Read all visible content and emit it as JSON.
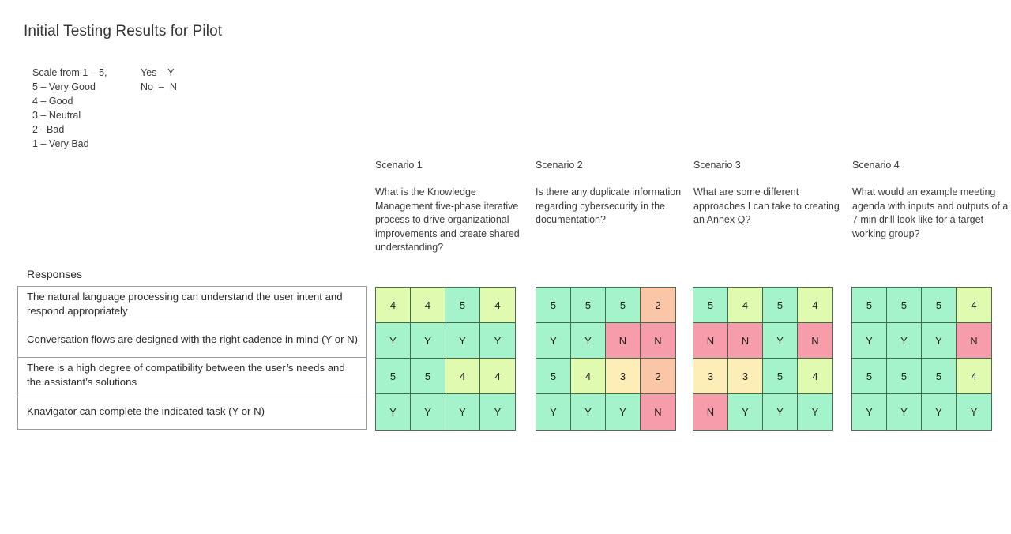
{
  "title": "Initial Testing Results for Pilot",
  "legend": {
    "scale_lines": [
      "Scale from 1 – 5,",
      "5 – Very Good",
      "4 – Good",
      "3 – Neutral",
      "2 - Bad",
      "1 – Very Bad"
    ],
    "yesno_lines": [
      "Yes – Y",
      "No  –  N"
    ]
  },
  "responses_header": "Responses",
  "response_rows": [
    "The natural language processing can understand the user intent and respond appropriately",
    "Conversation flows are designed with the right cadence in mind (Y or N)",
    "There is a high degree of compatibility between the user’s needs and the assistant’s solutions",
    "Knavigator can complete the indicated task (Y or N)"
  ],
  "scenarios": [
    {
      "title": "Scenario 1",
      "question": "What is the Knowledge Management five-phase iterative process to drive organizational improvements and create shared understanding?"
    },
    {
      "title": "Scenario 2",
      "question": "Is there any duplicate information regarding cybersecurity in the documentation?"
    },
    {
      "title": "Scenario 3",
      "question": "What are some different approaches I can take to creating an Annex Q?"
    },
    {
      "title": "Scenario 4",
      "question": "What would an example meeting agenda with inputs and outputs of a 7 min drill look like for a target working group?"
    }
  ],
  "chart_data": {
    "type": "heatmap",
    "title": "Initial Testing Results for Pilot",
    "row_labels": [
      "The natural language processing can understand the user intent and respond appropriately",
      "Conversation flows are designed with the right cadence in mind (Y or N)",
      "There is a high degree of compatibility between the user’s needs and the assistant’s solutions",
      "Knavigator can complete the indicated task (Y or N)"
    ],
    "column_groups": [
      "Scenario 1",
      "Scenario 2",
      "Scenario 3",
      "Scenario 4"
    ],
    "testers_per_scenario": 4,
    "values": {
      "scenario_1": [
        [
          "4",
          "4",
          "5",
          "4"
        ],
        [
          "Y",
          "Y",
          "Y",
          "Y"
        ],
        [
          "5",
          "5",
          "4",
          "4"
        ],
        [
          "Y",
          "Y",
          "Y",
          "Y"
        ]
      ],
      "scenario_2": [
        [
          "5",
          "5",
          "5",
          "2"
        ],
        [
          "Y",
          "Y",
          "N",
          "N"
        ],
        [
          "5",
          "4",
          "3",
          "2"
        ],
        [
          "Y",
          "Y",
          "Y",
          "N"
        ]
      ],
      "scenario_3": [
        [
          "5",
          "4",
          "5",
          "4"
        ],
        [
          "N",
          "N",
          "Y",
          "N"
        ],
        [
          "3",
          "3",
          "5",
          "4"
        ],
        [
          "N",
          "Y",
          "Y",
          "Y"
        ]
      ],
      "scenario_4": [
        [
          "5",
          "5",
          "5",
          "4"
        ],
        [
          "Y",
          "Y",
          "Y",
          "N"
        ],
        [
          "5",
          "5",
          "5",
          "4"
        ],
        [
          "Y",
          "Y",
          "Y",
          "Y"
        ]
      ]
    },
    "value_colors": {
      "5": "#a5f3cb",
      "4": "#e0fbb0",
      "3": "#fdeeb8",
      "2": "#fbc6a8",
      "1": "#f79cab",
      "Y": "#a5f3cb",
      "N": "#f79cab"
    },
    "scale_legend": {
      "5": "Very Good",
      "4": "Good",
      "3": "Neutral",
      "2": "Bad",
      "1": "Very Bad",
      "Y": "Yes",
      "N": "No"
    }
  }
}
